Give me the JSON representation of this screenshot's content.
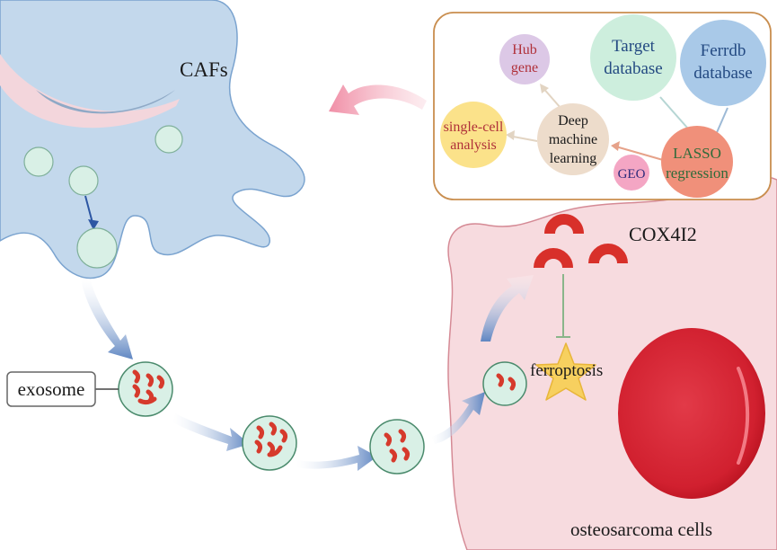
{
  "labels": {
    "cafs": "CAFs",
    "exosome": "exosome",
    "cox": "COX4I2",
    "ferroptosis": "ferroptosis",
    "osteosarcoma": "osteosarcoma cells"
  },
  "panel": {
    "hub_line1": "Hub",
    "hub_line2": "gene",
    "target_line1": "Target",
    "target_line2": "database",
    "ferrdb_line1": "Ferrdb",
    "ferrdb_line2": "database",
    "singlecell_line1": "single-cell",
    "singlecell_line2": "analysis",
    "deep_line1": "Deep",
    "deep_line2": "machine",
    "deep_line3": "learning",
    "geo": "GEO",
    "lasso_line1": "LASSO",
    "lasso_line2": "regression"
  },
  "colors": {
    "caf_fill": "#c3d8ec",
    "caf_stroke": "#6f9ac8",
    "tumor_fill": "#f7dbdf",
    "tumor_stroke": "#d58a95",
    "nucleus": "#d42a3a",
    "vesicle": "#d9f0e6",
    "vesicle_stroke": "#7fb09a",
    "rna": "#d63a2c",
    "panel_border": "#c98e4f"
  }
}
